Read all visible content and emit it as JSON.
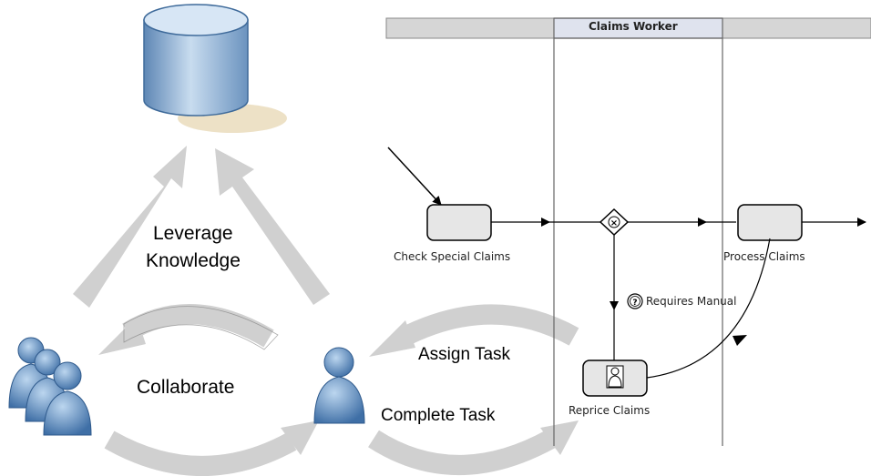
{
  "left": {
    "leverage_line1": "Leverage",
    "leverage_line2": "Knowledge",
    "collaborate": "Collaborate",
    "assign_task": "Assign Task",
    "complete_task": "Complete Task",
    "icons": [
      "database-icon",
      "user-group-icon",
      "single-user-icon"
    ]
  },
  "process": {
    "lane_title": "Claims Worker",
    "tasks": {
      "check_special": "Check Special Claims",
      "process_claims": "Process Claims",
      "reprice_claims": "Reprice Claims"
    },
    "condition_label": "Requires Manual",
    "gateway_symbol": "×",
    "colors": {
      "task_fill": "#e6e6e6",
      "lane_header": "#d6d6d6",
      "lane_header_mid": "#dfe3ee",
      "arrow_gray": "#d0d0d0",
      "database_blue": "#8fb2d6"
    }
  }
}
